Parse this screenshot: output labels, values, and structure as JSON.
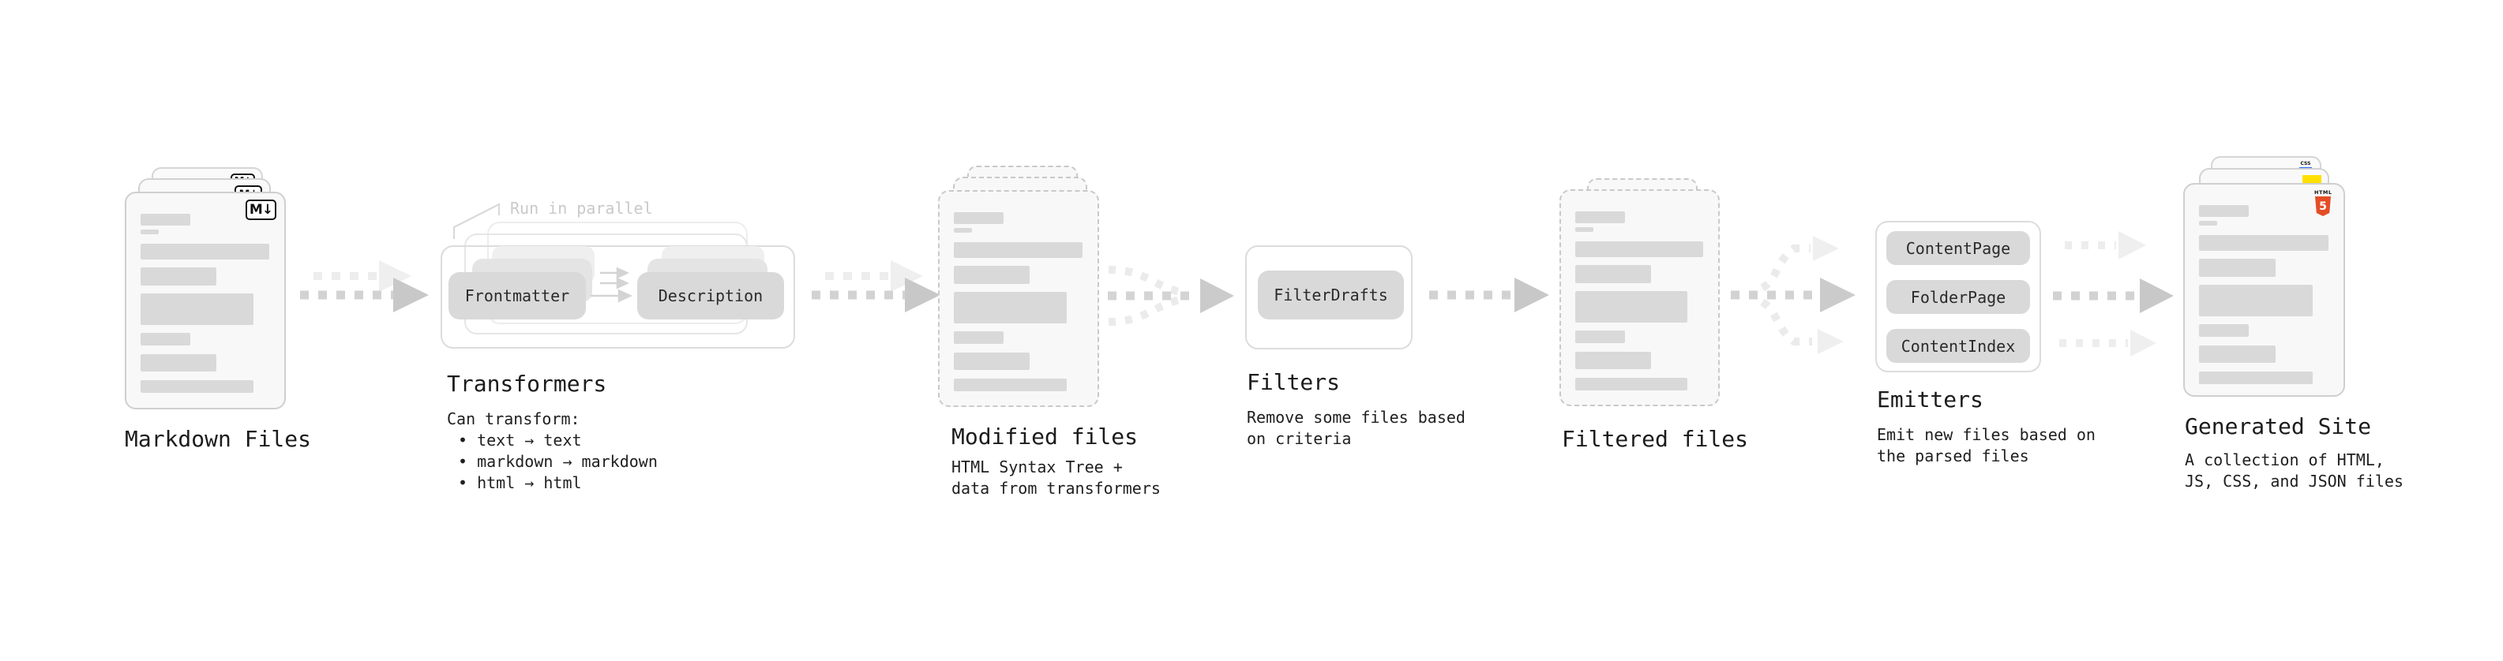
{
  "stages": {
    "markdown": {
      "title": "Markdown Files",
      "badge": "M↓"
    },
    "transformers": {
      "title": "Transformers",
      "note": "Run in parallel",
      "chips": [
        "Frontmatter",
        "Description"
      ],
      "desc": [
        "Can transform:",
        "• text → text",
        "• markdown → markdown",
        "• html → html"
      ]
    },
    "modified": {
      "title": "Modified files",
      "desc": [
        "HTML Syntax Tree +",
        "data from transformers"
      ]
    },
    "filters": {
      "title": "Filters",
      "chips": [
        "FilterDrafts"
      ],
      "desc": [
        "Remove some files based",
        "on criteria"
      ]
    },
    "filtered": {
      "title": "Filtered files"
    },
    "emitters": {
      "title": "Emitters",
      "chips": [
        "ContentPage",
        "FolderPage",
        "ContentIndex"
      ],
      "desc": [
        "Emit new files based on",
        "the parsed files"
      ]
    },
    "generated": {
      "title": "Generated Site",
      "badges": {
        "css": "CSS",
        "html_label": "HTML",
        "html_number": "5"
      },
      "desc": [
        "A collection of HTML,",
        "JS, CSS, and JSON files"
      ]
    }
  },
  "colors": {
    "arrow": "#d2d2d2",
    "arrow_head": "#c8c8c8",
    "arrow_light": "#ededed",
    "chip_fill": "#d9d9d9",
    "html5_orange": "#e44d26",
    "js_yellow": "#ffe000",
    "css_blue": "#2965f1"
  }
}
